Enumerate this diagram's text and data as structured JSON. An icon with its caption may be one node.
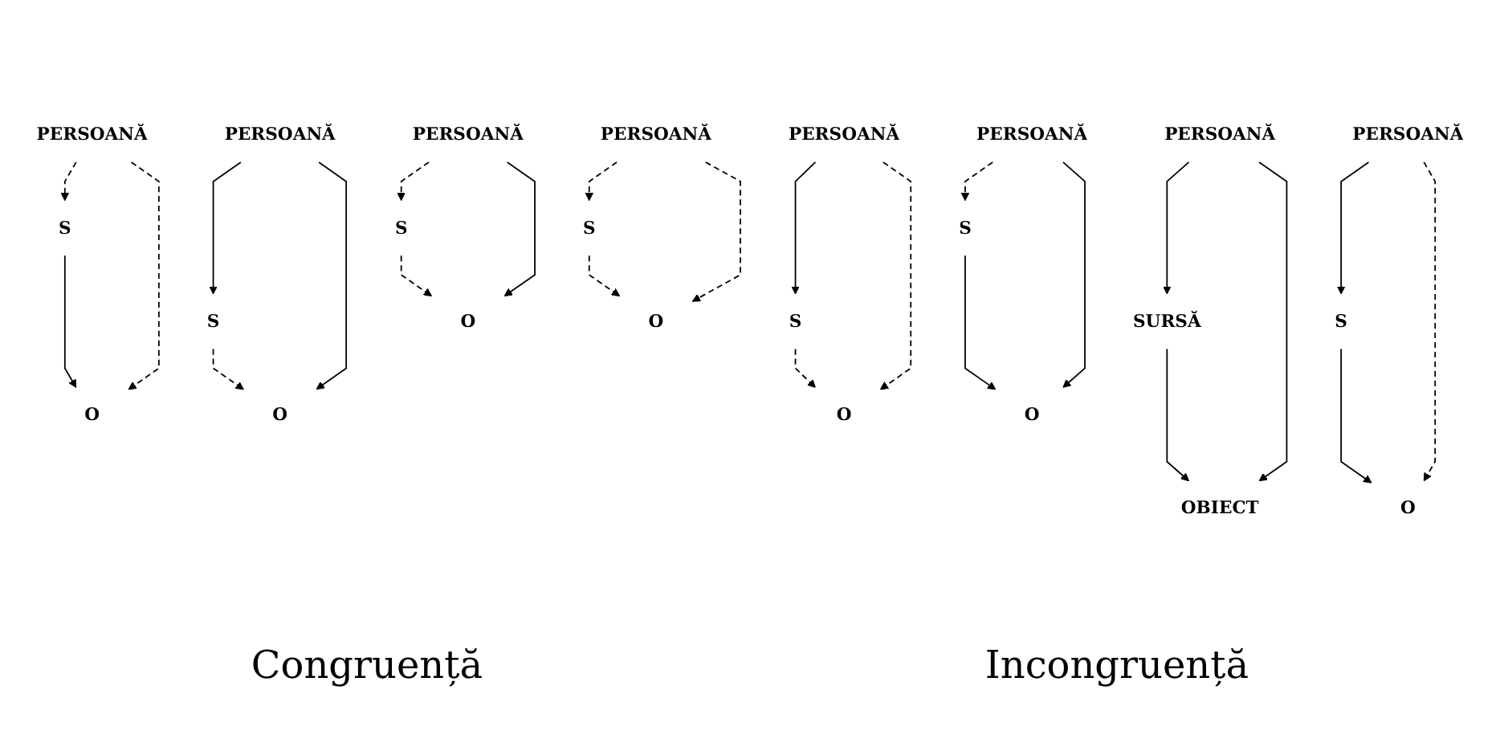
{
  "diagram": {
    "nodes": [
      {
        "text": [
          "PERSOANĂ"
        ]
      },
      {
        "text": [
          "SURSĂ"
        ]
      },
      {
        "text": [
          "OBIECT"
        ]
      },
      {
        "text": [
          "PERSOANĂ"
        ]
      },
      {
        "text": [
          "S"
        ]
      },
      {
        "text": [
          "O"
        ]
      },
      {
        "text": [
          "PERSOANĂ"
        ]
      },
      {
        "text": [
          "S"
        ]
      },
      {
        "text": [
          "O"
        ]
      },
      {
        "text": [
          "PERSOANĂ"
        ]
      },
      {
        "text": [
          "S"
        ]
      },
      {
        "text": [
          "O"
        ]
      },
      {
        "text": [
          "PERSOANĂ"
        ]
      },
      {
        "text": [
          "S"
        ]
      },
      {
        "text": [
          "O"
        ]
      },
      {
        "text": [
          "PERSOANĂ"
        ]
      },
      {
        "text": [
          "S"
        ]
      },
      {
        "text": [
          "O"
        ]
      },
      {
        "text": [
          "PERSOANĂ"
        ]
      },
      {
        "text": [
          "S"
        ]
      },
      {
        "text": [
          "O"
        ]
      },
      {
        "text": [
          "PERSOANĂ"
        ]
      },
      {
        "text": [
          "S"
        ]
      },
      {
        "text": [
          "O"
        ]
      }
    ],
    "edges": [
      {
        "from": 0,
        "to": 1,
        "arrow": "to"
      },
      {
        "from": 0,
        "to": 2,
        "arrow": "to"
      },
      {
        "from": 1,
        "to": 2,
        "arrow": "to"
      },
      {
        "from": 3,
        "to": 4,
        "arrow": "to",
        "style": "dashed"
      },
      {
        "from": 3,
        "to": 5,
        "arrow": "to",
        "style": "dashed"
      },
      {
        "from": 4,
        "to": 5,
        "arrow": "to"
      },
      {
        "from": 6,
        "to": 7,
        "arrow": "to"
      },
      {
        "from": 6,
        "to": 8,
        "arrow": "to",
        "style": "dashed"
      },
      {
        "from": 7,
        "to": 8,
        "arrow": "to"
      },
      {
        "from": 9,
        "to": 10,
        "arrow": "to"
      },
      {
        "from": 9,
        "to": 11,
        "arrow": "to"
      },
      {
        "from": 10,
        "to": 11,
        "arrow": "to",
        "style": "dashed"
      },
      {
        "from": 12,
        "to": 13,
        "arrow": "to",
        "style": "dashed"
      },
      {
        "from": 12,
        "to": 14,
        "arrow": "to"
      },
      {
        "from": 13,
        "to": 14,
        "arrow": "to",
        "style": "dashed"
      },
      {
        "from": 15,
        "to": 16,
        "arrow": "to"
      },
      {
        "from": 15,
        "to": 17,
        "arrow": "to",
        "style": "dashed"
      },
      {
        "from": 16,
        "to": 17,
        "arrow": "to",
        "style": "dashed"
      },
      {
        "from": 18,
        "to": 19,
        "arrow": "to",
        "style": "dashed"
      },
      {
        "from": 18,
        "to": 20,
        "arrow": "to"
      },
      {
        "from": 19,
        "to": 20,
        "arrow": "to"
      },
      {
        "from": 21,
        "to": 22,
        "arrow": "to",
        "style": "dashed"
      },
      {
        "from": 21,
        "to": 23,
        "arrow": "to",
        "style": "dashed"
      },
      {
        "from": 22,
        "to": 23,
        "arrow": "to",
        "style": "dashed"
      }
    ],
    "labels": [
      "Congruență",
      "Incongruență"
    ]
  }
}
